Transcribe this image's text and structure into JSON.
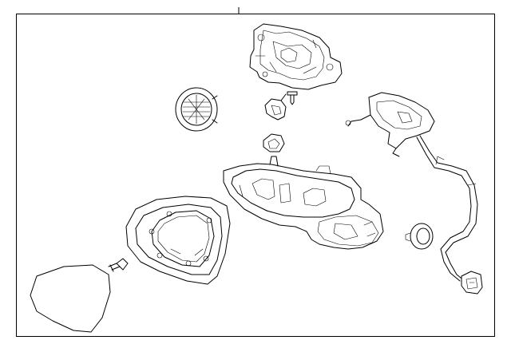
{
  "diagram": {
    "background": "#ffffff",
    "line_color": "#000000",
    "parts": [
      "motor-bracket",
      "turn-signal-module",
      "small-screw",
      "clip",
      "grommet-top",
      "mirror-housing",
      "wiring-harness",
      "harness-grommet",
      "harness-connector",
      "mirror-frame",
      "mounting-screw",
      "mirror-glass"
    ]
  }
}
